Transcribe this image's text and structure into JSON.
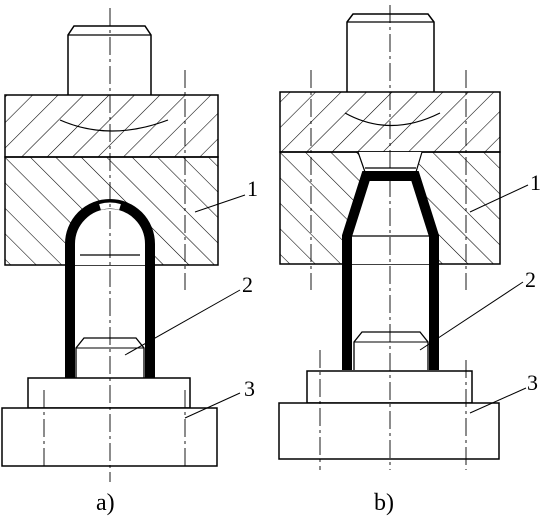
{
  "figure": {
    "panels": [
      {
        "id": "a",
        "caption": "a)"
      },
      {
        "id": "b",
        "caption": "b)"
      }
    ],
    "part_labels": [
      "1",
      "2",
      "3"
    ],
    "colors": {
      "ink": "#000000",
      "background": "#ffffff"
    }
  }
}
